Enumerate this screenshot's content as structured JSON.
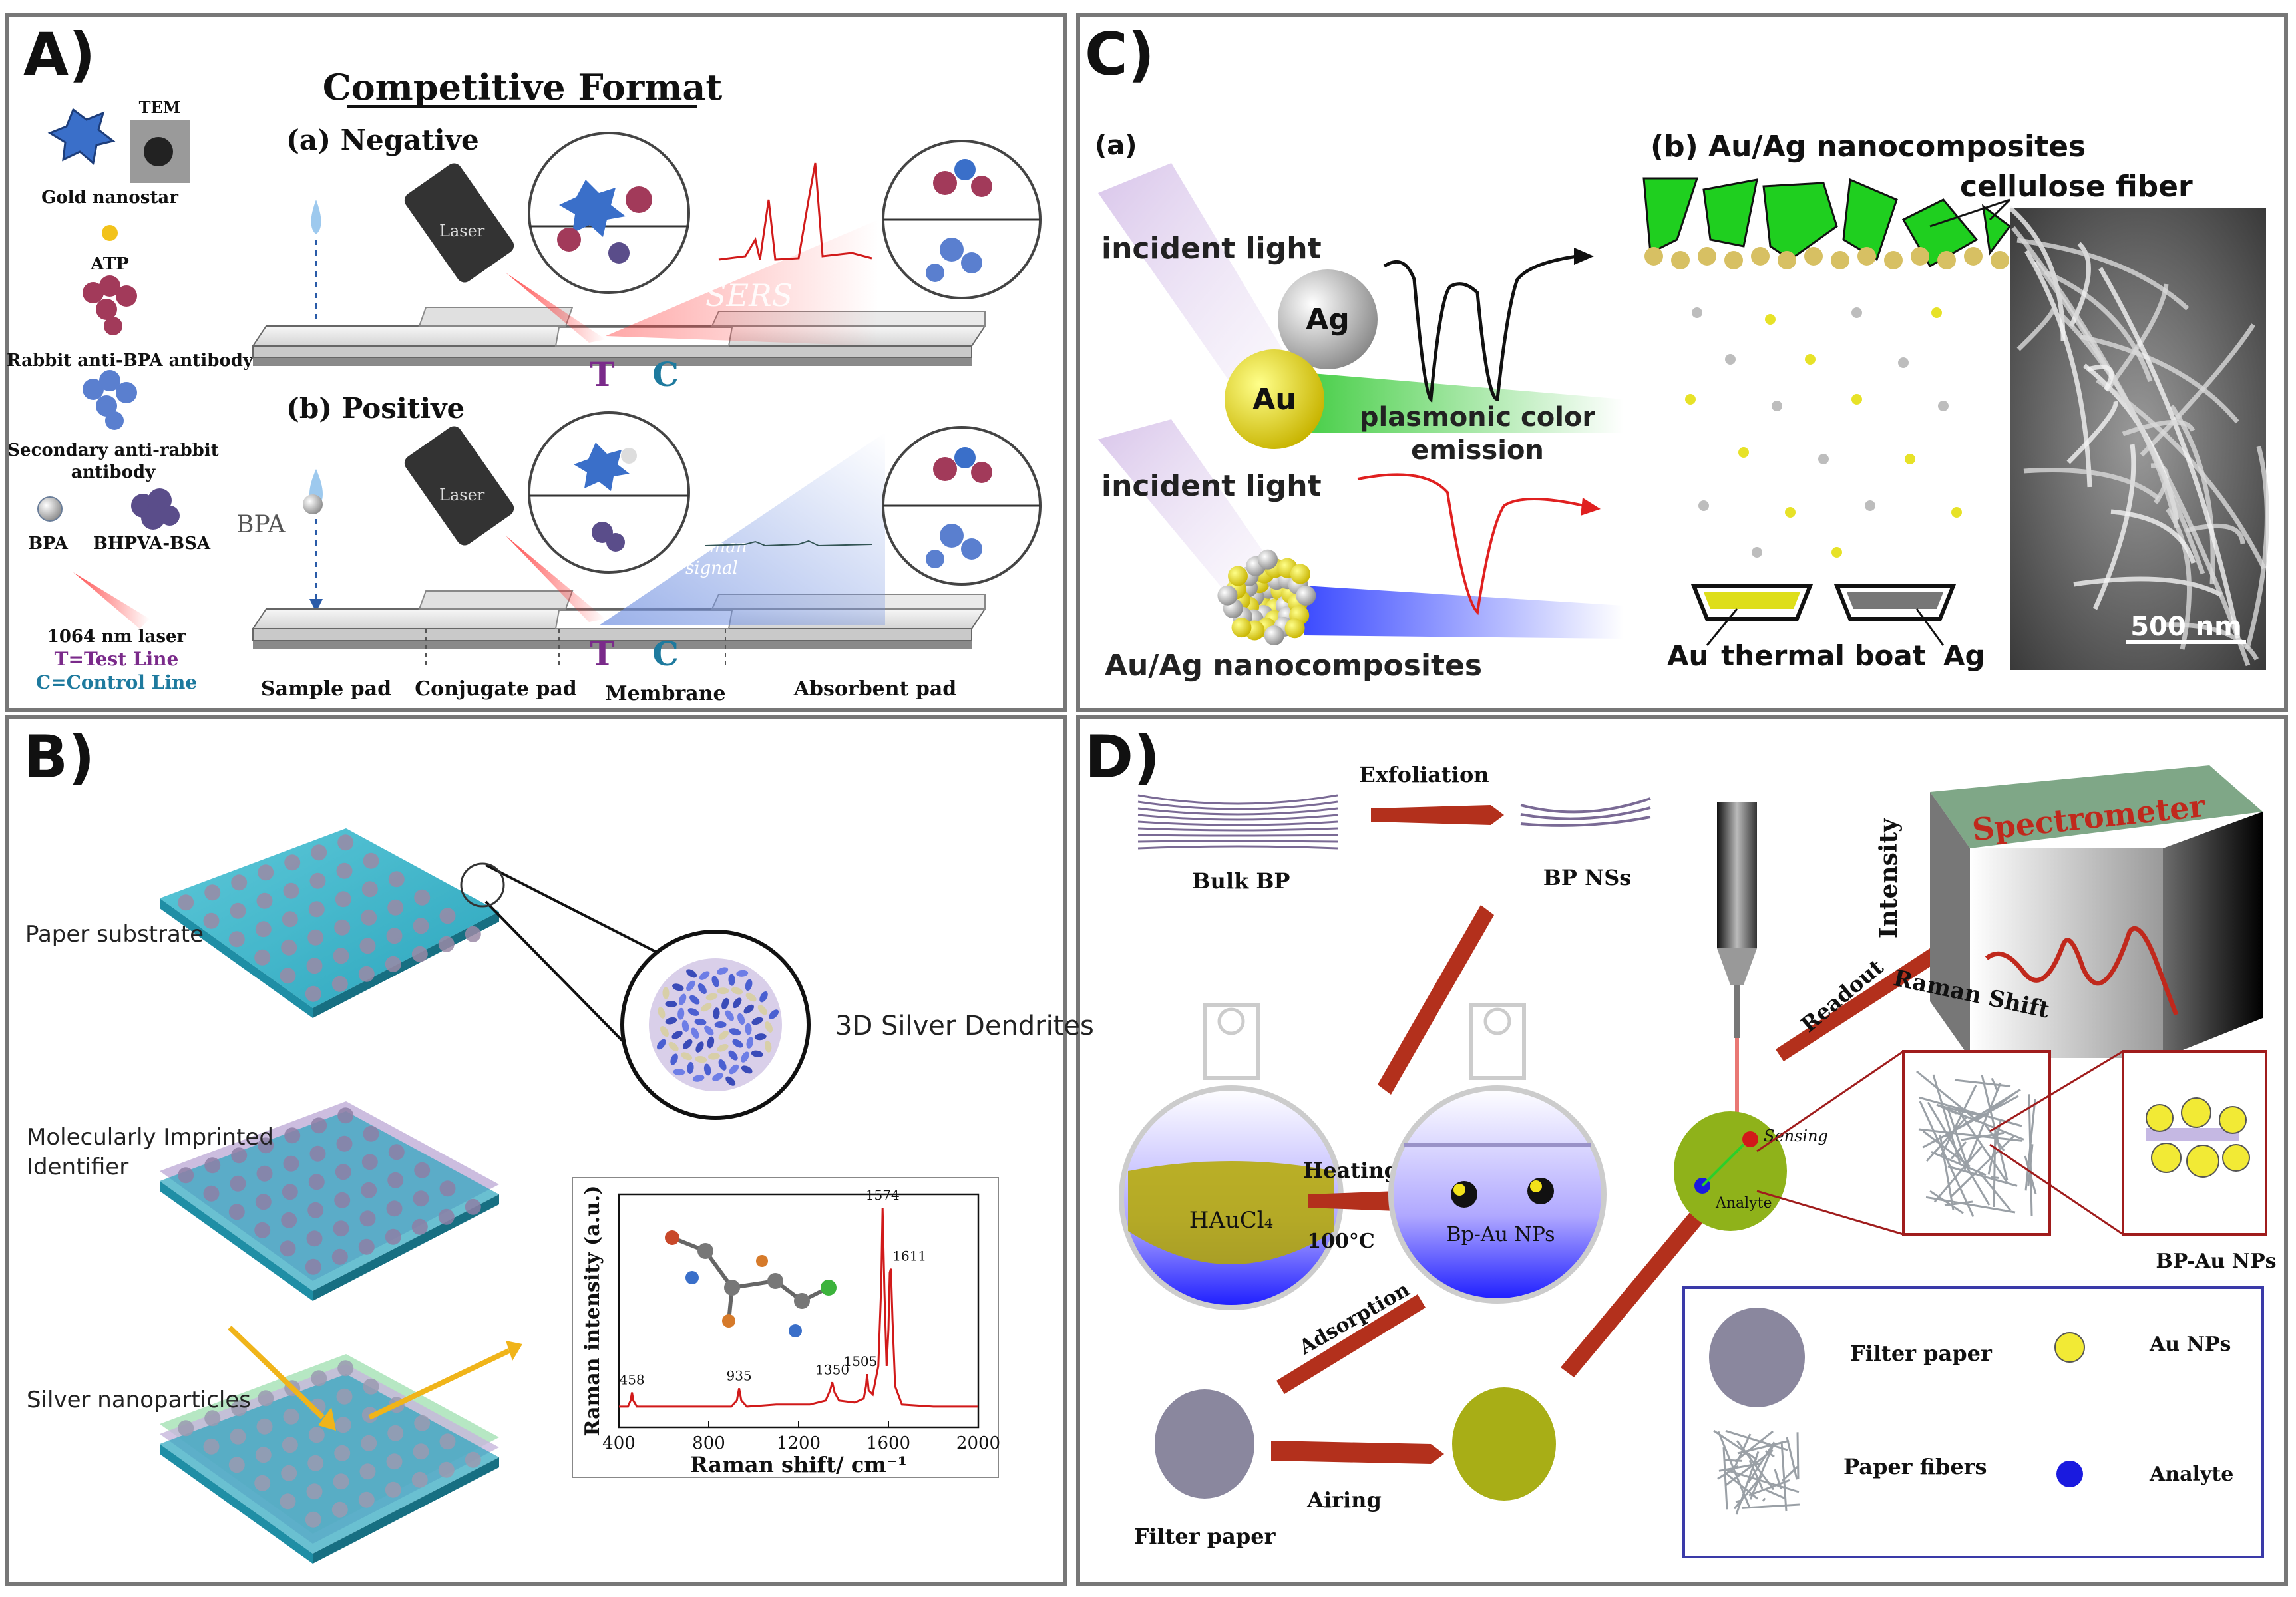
{
  "panels": {
    "A": {
      "letter": "A)",
      "title": "Competitive Format",
      "negative": "(a) Negative",
      "positive": "(b) Positive",
      "legend": {
        "tem": "TEM",
        "gold_nanostar": "Gold nanostar",
        "atp": "ATP",
        "rabbit_antibody": "Rabbit anti-BPA antibody",
        "secondary_1": "Secondary anti-rabbit",
        "secondary_2": "antibody",
        "bpa": "BPA",
        "bhpva": "BHPVA-BSA",
        "laser_1064": "1064 nm laser",
        "test_line": "T=Test Line",
        "control_line": "C=Control Line"
      },
      "laser": "Laser",
      "sers": "SERS",
      "raman_signal_1": "Raman",
      "raman_signal_2": "signal",
      "bpa_drop": "BPA",
      "t": "T",
      "c": "C",
      "pads": [
        "Sample pad",
        "Conjugate pad",
        "Membrane",
        "Absorbent pad"
      ]
    },
    "B": {
      "letter": "B)",
      "paper_substrate": "Paper substrate",
      "mip_1": "Molecularly Imprinted",
      "mip_2": "Identifier",
      "silver_np": "Silver nanoparticles",
      "dendrites": "3D Silver Dendrites"
    },
    "C": {
      "letter": "C)",
      "a_label": "(a)",
      "b_label": "(b) Au/Ag nanocomposites",
      "incident_1": "incident light",
      "incident_2": "incident light",
      "ag": "Ag",
      "au": "Au",
      "plasmonic_1": "plasmonic color",
      "plasmonic_2": "emission",
      "au_ag": "Au/Ag nanocomposites",
      "cellulose": "cellulose fiber",
      "au_boat": "Au",
      "thermal_boat": "thermal boat",
      "ag_boat": "Ag",
      "scale": "500 nm"
    },
    "D": {
      "letter": "D)",
      "exfoliation": "Exfoliation",
      "bulk_bp": "Bulk BP",
      "bp_ns": "BP NSs",
      "haucl": "HAuCl₄",
      "heating": "Heating",
      "temp": "100°C",
      "bp_au": "Bp-Au  NPs",
      "adsorption": "Adsorption",
      "filter_paper": "Filter paper",
      "airing": "Airing",
      "spectrometer": "Spectrometer",
      "intensity": "Intensity",
      "raman_shift": "Raman Shift",
      "readout": "Readout",
      "sensing": "Sensing",
      "analyte": "Analyte",
      "bp_au_nps": "BP-Au  NPs",
      "legend": {
        "filter_paper": "Filter paper",
        "au_nps": "Au  NPs",
        "paper_fibers": "Paper fibers",
        "analyte": "Analyte"
      }
    }
  },
  "chart_data": {
    "type": "line",
    "title": "",
    "xlabel": "Raman shift/ cm⁻¹",
    "ylabel": "Raman intensity (a.u.)",
    "xlim": [
      400,
      2000
    ],
    "xticks": [
      400,
      800,
      1200,
      1600,
      2000
    ],
    "peak_labels": [
      458,
      935,
      1350,
      1505,
      1574,
      1611
    ],
    "series": [
      {
        "x": [
          400,
          440,
          452,
          458,
          464,
          480,
          600,
          800,
          900,
          925,
          935,
          945,
          970,
          1100,
          1250,
          1320,
          1340,
          1350,
          1360,
          1380,
          1450,
          1490,
          1500,
          1505,
          1512,
          1530,
          1555,
          1568,
          1574,
          1582,
          1592,
          1600,
          1606,
          1611,
          1618,
          1630,
          1660,
          1800,
          2000
        ],
        "y": [
          0.02,
          0.02,
          0.05,
          0.09,
          0.05,
          0.02,
          0.02,
          0.02,
          0.02,
          0.05,
          0.11,
          0.05,
          0.02,
          0.03,
          0.03,
          0.05,
          0.1,
          0.14,
          0.09,
          0.05,
          0.04,
          0.06,
          0.12,
          0.18,
          0.1,
          0.08,
          0.22,
          0.62,
          1.0,
          0.6,
          0.22,
          0.4,
          0.68,
          0.7,
          0.45,
          0.12,
          0.03,
          0.02,
          0.02
        ]
      }
    ],
    "colors": {
      "line": "#d11a1a"
    }
  }
}
